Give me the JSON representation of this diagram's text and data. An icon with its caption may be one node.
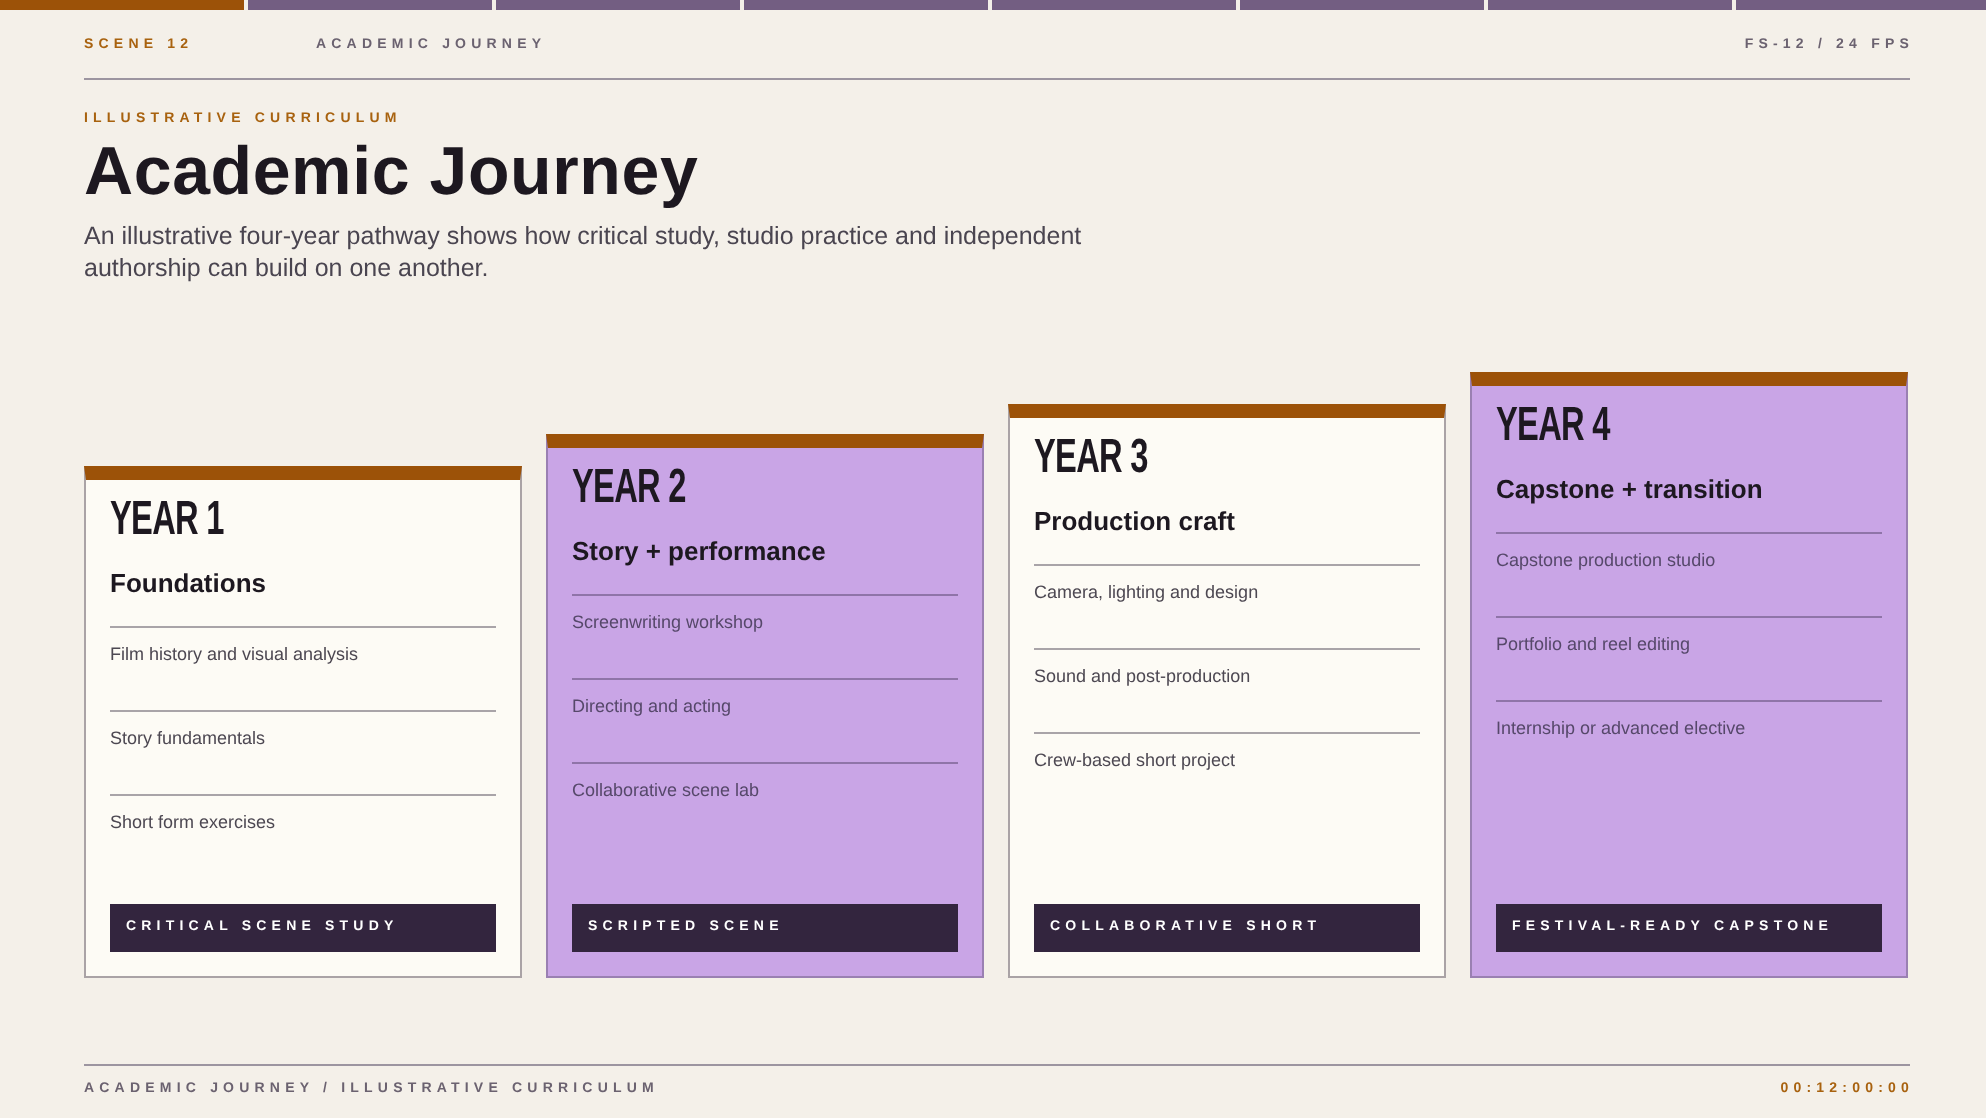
{
  "diagram": {
    "title": "Academic Journey",
    "nodes": [
      {
        "text": [
          "YEAR 1",
          "Foundations",
          "Film history and visual analysis",
          "Story fundamentals",
          "Short form exercises"
        ]
      },
      {
        "text": [
          "CRITICAL SCENE STUDY"
        ],
        "in": 0
      },
      {
        "text": [
          "YEAR 2",
          "Story + performance",
          "Screenwriting workshop",
          "Directing and acting",
          "Collaborative scene lab"
        ]
      },
      {
        "text": [
          "SCRIPTED SCENE"
        ],
        "in": 2
      },
      {
        "text": [
          "YEAR 3",
          "Production craft",
          "Camera, lighting and design",
          "Sound and post-production",
          "Crew-based short project"
        ]
      },
      {
        "text": [
          "COLLABORATIVE SHORT"
        ],
        "in": 4
      },
      {
        "text": [
          "YEAR 4",
          "Capstone + transition",
          "Capstone production studio",
          "Portfolio and reel editing",
          "Internship or advanced elective"
        ]
      },
      {
        "text": [
          "FESTIVAL-READY CAPSTONE"
        ],
        "in": 6
      }
    ],
    "labels": [
      "SCENE 12",
      "ACADEMIC JOURNEY",
      "FS-12 / 24 FPS",
      "ILLUSTRATIVE CURRICULUM",
      "An illustrative four-year pathway shows how critical study, studio practice and independent authorship can build on one another.",
      "ACADEMIC JOURNEY / ILLUSTRATIVE CURRICULUM",
      "00:12:00:00"
    ]
  }
}
